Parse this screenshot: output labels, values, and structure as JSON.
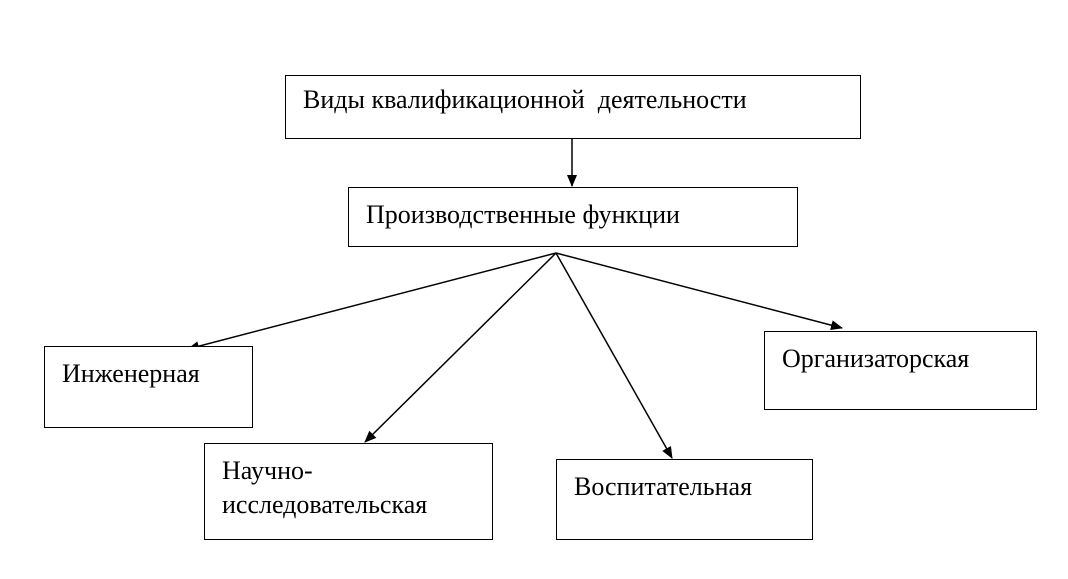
{
  "diagram": {
    "root": {
      "label": "Виды квалификационной  деятельности"
    },
    "middle": {
      "label": "Производственные функции"
    },
    "children": [
      {
        "id": "engineering",
        "lines": [
          "Инженерная"
        ]
      },
      {
        "id": "research",
        "lines": [
          "Научно-",
          "исследовательская"
        ]
      },
      {
        "id": "educational",
        "lines": [
          "Воспитательная"
        ]
      },
      {
        "id": "organizational",
        "lines": [
          "Организаторская"
        ]
      }
    ],
    "colors": {
      "stroke": "#000000",
      "fill": "#ffffff",
      "text": "#000000"
    }
  }
}
